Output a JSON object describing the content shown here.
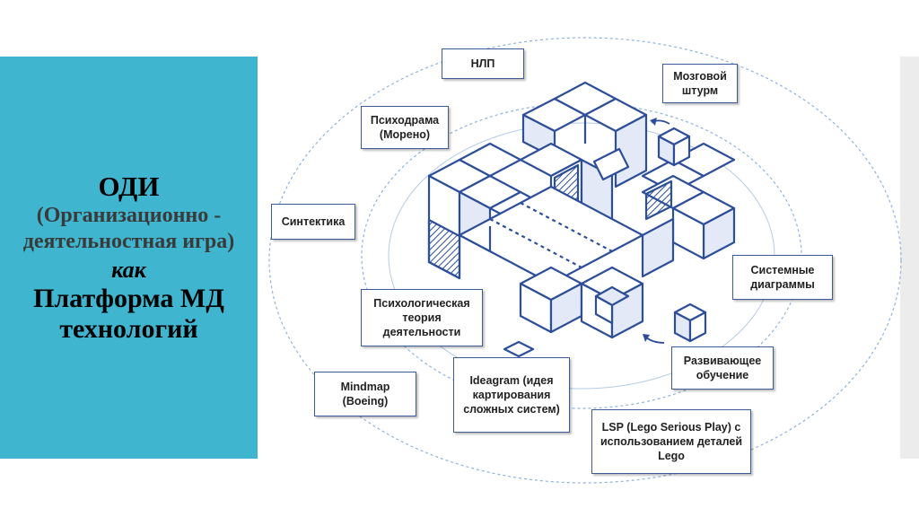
{
  "slide": {
    "title": "ОДИ",
    "subtitle": "(Организационно - деятельностная игра)",
    "connector": "как",
    "platform": "Платформа МД технологий"
  },
  "labels": {
    "nlp": "НЛП",
    "brainstorm": "Мозговой штурм",
    "psychodrama": "Психодрама (Морено)",
    "synectics": "Синтектика",
    "system_diagrams": "Системные диаграммы",
    "psych_theory": "Психологическая теория деятельности",
    "developing_learning": "Развивающее обучение",
    "mindmap": "Mindmap (Boeing)",
    "ideagram": "Ideagram (идея картирования сложных систем)",
    "lsp": "LSP (Lego Serious Play) с использованием деталей Lego"
  },
  "colors": {
    "panel": "#3fb5cf",
    "cube_stroke": "#2d4f9a",
    "cube_fill": "#ffffff",
    "cube_shade": "#e3e9f6",
    "orbit": "#8fb3dc"
  }
}
